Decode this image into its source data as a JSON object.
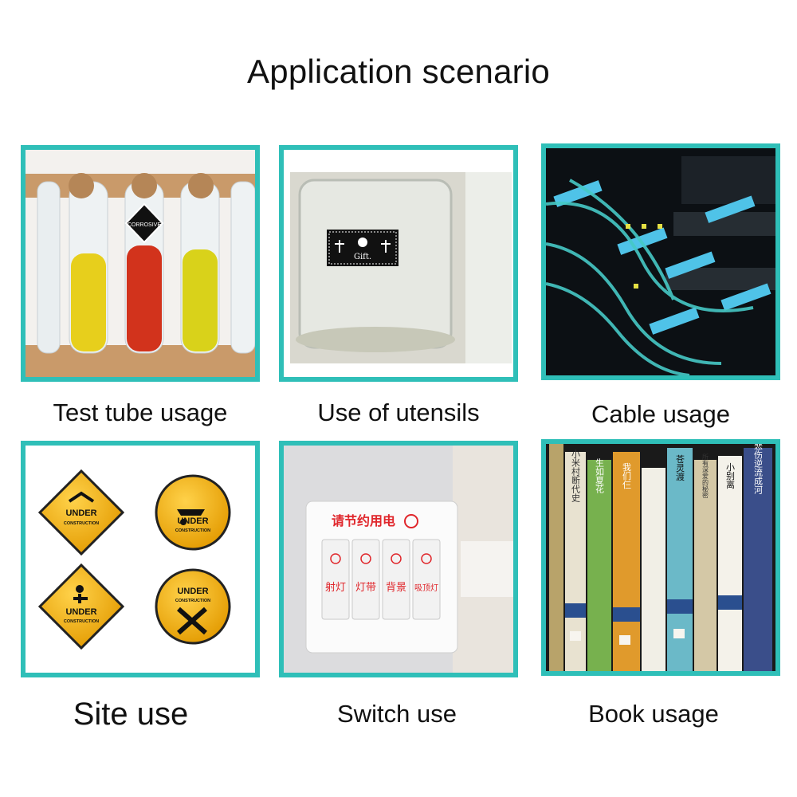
{
  "title": "Application scenario",
  "accent_color": "#2fbfb8",
  "captions": {
    "test_tube": "Test tube usage",
    "utensils": "Use of utensils",
    "cable": "Cable usage",
    "site": "Site use",
    "switch": "Switch use",
    "book": "Book usage"
  },
  "image_text": {
    "corrosive": "CORROSIVE",
    "gift": "Gift.",
    "under": "UNDER",
    "construction": "CONSTRUCTION",
    "switch_header": "请节约用电",
    "switch_labels": [
      "射灯",
      "灯带",
      "背景",
      "吸顶灯"
    ],
    "book_titles": [
      "小米村断代史",
      "生如夏花",
      "我们仨",
      "苍灵渡",
      "所有深爱的秘密",
      "小别离",
      "悲伤逆流成河"
    ]
  }
}
